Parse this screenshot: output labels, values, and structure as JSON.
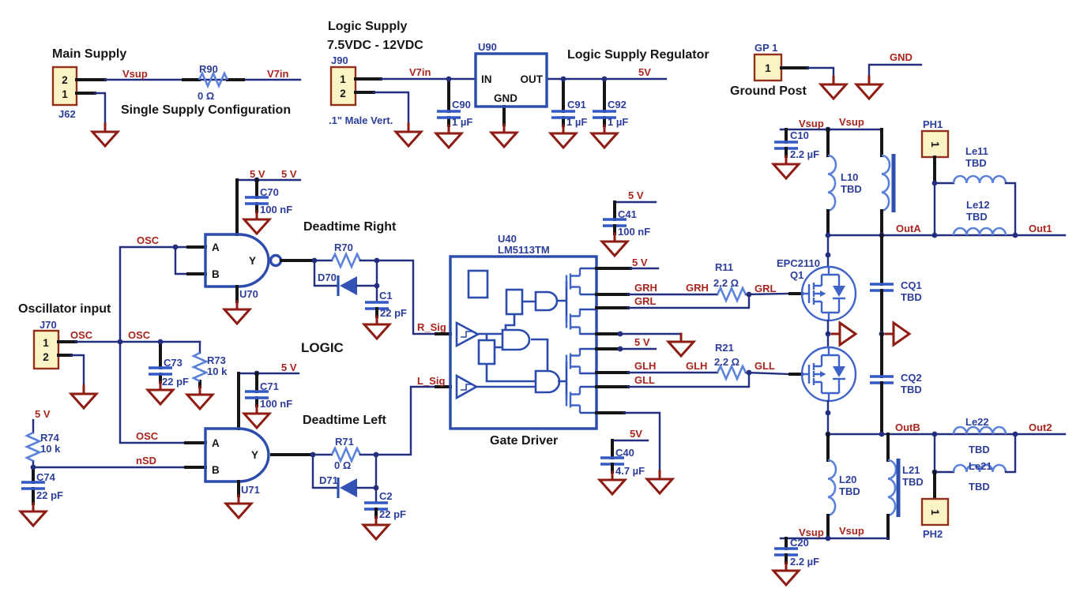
{
  "colors": {
    "wire": "#232e7e",
    "component": "#2b4bad",
    "net_label": "#a8241c",
    "reference": "#2c3e99",
    "ground": "#8e1c13",
    "connector_fill": "#faf3c5",
    "connector_border": "#93301d",
    "coil": "#5b82d8"
  },
  "nets": {
    "vsup": "Vsup",
    "v7in": "V7in",
    "v5": "5 V",
    "v5c": "5V",
    "osc": "OSC",
    "nsd": "nSD",
    "gnd": "GND",
    "grh": "GRH",
    "grl": "GRL",
    "glh": "GLH",
    "gll": "GLL",
    "rsig": "R_Sig",
    "lsig": "L_Sig",
    "outa": "OutA",
    "outb": "OutB",
    "out1": "Out1",
    "out2": "Out2"
  },
  "gates": {
    "a": "A",
    "b": "B",
    "y": "Y"
  },
  "main_supply": {
    "title": "Main Supply",
    "caption": "Single Supply Configuration",
    "j62": {
      "ref": "J62",
      "pin_top": "2",
      "pin_bottom": "1"
    },
    "r90": {
      "ref": "R90",
      "value": "0 Ω"
    }
  },
  "logic_supply": {
    "title_line1": "Logic  Supply",
    "title_line2": "7.5VDC  -  12VDC",
    "caption": "Logic Supply Regulator",
    "j90": {
      "ref": "J90",
      "pin1": "1",
      "pin2": "2",
      "note": ".1\"  Male  Vert."
    },
    "u90": {
      "ref": "U90",
      "pin_in": "IN",
      "pin_out": "OUT",
      "pin_gnd": "GND"
    },
    "c90": {
      "ref": "C90",
      "value": "1 µF"
    },
    "c91": {
      "ref": "C91",
      "value": "1 µF"
    },
    "c92": {
      "ref": "C92",
      "value": "1 µF"
    }
  },
  "ground_post": {
    "ref": "GP 1",
    "pin": "1",
    "caption": "Ground  Post"
  },
  "oscillator": {
    "title": "Oscillator input",
    "j70": {
      "ref": "J70",
      "pin1": "1",
      "pin2": "2"
    },
    "c73": {
      "ref": "C73",
      "value": "22 pF"
    },
    "r73": {
      "ref": "R73",
      "value": "10 k"
    },
    "r74": {
      "ref": "R74",
      "value": "10 k"
    },
    "c74": {
      "ref": "C74",
      "value": "22 pF"
    }
  },
  "logic": {
    "caption": "LOGIC",
    "deadtime_right": "Deadtime Right",
    "deadtime_left": "Deadtime Left",
    "u70": {
      "ref": "U70"
    },
    "u71": {
      "ref": "U71"
    },
    "c70": {
      "ref": "C70",
      "value": "100 nF"
    },
    "c71": {
      "ref": "C71",
      "value": "100 nF"
    },
    "r70": {
      "ref": "R70"
    },
    "d70": {
      "ref": "D70"
    },
    "c1": {
      "ref": "C1",
      "value": "22 pF"
    },
    "r71": {
      "ref": "R71",
      "value": "0 Ω"
    },
    "d71": {
      "ref": "D71"
    },
    "c2": {
      "ref": "C2",
      "value": "22 pF"
    }
  },
  "gate_driver": {
    "ref": "U40",
    "part": "LM5113TM",
    "caption": "Gate  Driver",
    "c41": {
      "ref": "C41",
      "value": "100 nF"
    },
    "c40": {
      "ref": "C40",
      "value": "4.7 µF"
    },
    "r11": {
      "ref": "R11",
      "value": "2.2 Ω"
    },
    "r21": {
      "ref": "R21",
      "value": "2.2 Ω"
    }
  },
  "power_stage": {
    "part": "EPC2110",
    "ref": "Q1",
    "tbd": "TBD",
    "pin": "1",
    "c10": {
      "ref": "C10",
      "value": "2.2 µF"
    },
    "c20": {
      "ref": "C20",
      "value": "2.2 µF"
    },
    "cq1": {
      "ref": "CQ1"
    },
    "cq2": {
      "ref": "CQ2"
    },
    "l10": {
      "ref": "L10"
    },
    "l20": {
      "ref": "L20"
    },
    "l21": {
      "ref": "L21"
    },
    "le11": {
      "ref": "Le11"
    },
    "le12": {
      "ref": "Le12"
    },
    "le21": {
      "ref": "Le21"
    },
    "le22": {
      "ref": "Le22"
    },
    "ph1": {
      "ref": "PH1"
    },
    "ph2": {
      "ref": "PH2"
    }
  }
}
